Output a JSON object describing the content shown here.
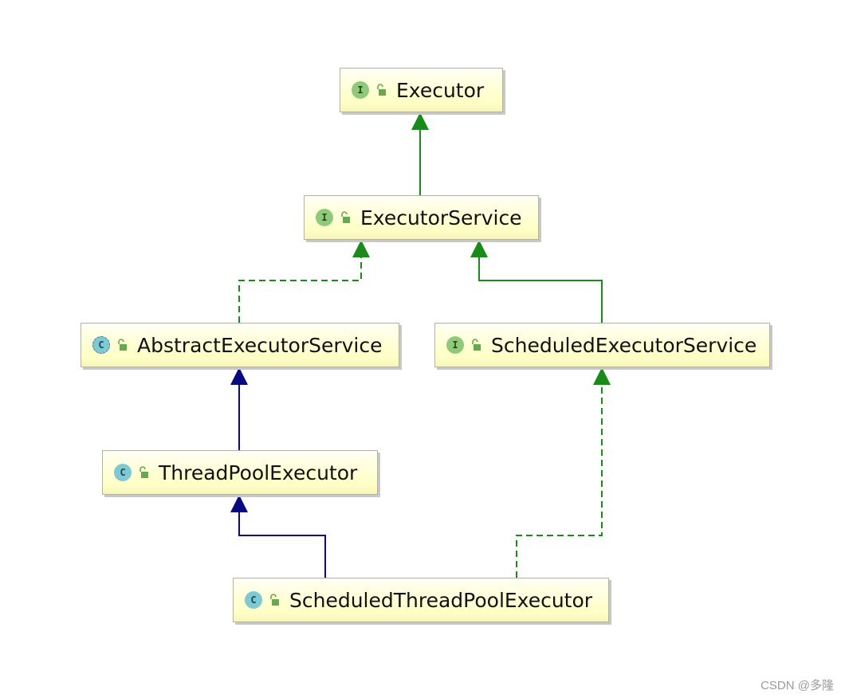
{
  "colors": {
    "implements": "#1a8a1a",
    "extends": "#0a0a80",
    "badge_interface": "#8fc97a",
    "badge_class": "#7ec9d4"
  },
  "nodes": [
    {
      "id": "executor",
      "kind": "interface",
      "badge": "I",
      "icon": "unlocked-padlock-icon",
      "label": "Executor"
    },
    {
      "id": "executorservice",
      "kind": "interface",
      "badge": "I",
      "icon": "unlocked-padlock-icon",
      "label": "ExecutorService"
    },
    {
      "id": "abstractexecutorservice",
      "kind": "abstract-class",
      "badge": "C",
      "icon": "unlocked-padlock-icon",
      "label": "AbstractExecutorService"
    },
    {
      "id": "scheduledexecutorservice",
      "kind": "interface",
      "badge": "I",
      "icon": "unlocked-padlock-icon",
      "label": "ScheduledExecutorService"
    },
    {
      "id": "threadpoolexecutor",
      "kind": "class",
      "badge": "C",
      "icon": "unlocked-padlock-icon",
      "label": "ThreadPoolExecutor"
    },
    {
      "id": "scheduledthreadpoolexecutor",
      "kind": "class",
      "badge": "C",
      "icon": "unlocked-padlock-icon",
      "label": "ScheduledThreadPoolExecutor"
    }
  ],
  "edges": [
    {
      "from": "executorservice",
      "to": "executor",
      "relation": "extends-interface",
      "style": "solid",
      "color": "#1a8a1a"
    },
    {
      "from": "abstractexecutorservice",
      "to": "executorservice",
      "relation": "implements",
      "style": "dashed",
      "color": "#1a8a1a"
    },
    {
      "from": "scheduledexecutorservice",
      "to": "executorservice",
      "relation": "extends-interface",
      "style": "solid",
      "color": "#1a8a1a"
    },
    {
      "from": "threadpoolexecutor",
      "to": "abstractexecutorservice",
      "relation": "extends",
      "style": "solid",
      "color": "#0a0a80"
    },
    {
      "from": "scheduledthreadpoolexecutor",
      "to": "threadpoolexecutor",
      "relation": "extends",
      "style": "solid",
      "color": "#0a0a80"
    },
    {
      "from": "scheduledthreadpoolexecutor",
      "to": "scheduledexecutorservice",
      "relation": "implements",
      "style": "dashed",
      "color": "#1a8a1a"
    }
  ],
  "watermark": "CSDN @多隆"
}
